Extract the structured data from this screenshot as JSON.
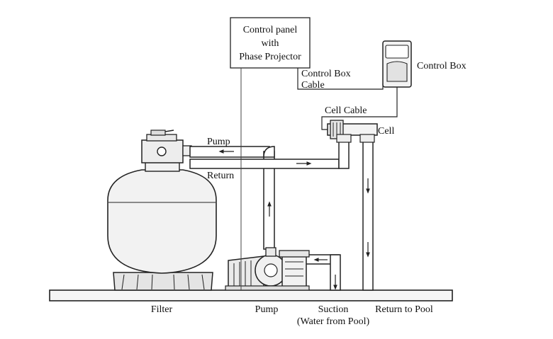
{
  "labels": {
    "control_panel": [
      "Control panel",
      "with",
      "Phase Projector"
    ],
    "control_box": "Control Box",
    "control_box_cable": [
      "Control Box",
      "Cable"
    ],
    "cell_cable": "Cell Cable",
    "cell": "Cell",
    "pump_return_top": "Pump",
    "pump_return_bottom": "Return",
    "filter": "Filter",
    "pump": "Pump",
    "suction": "Suction",
    "suction_note": "(Water from Pool)",
    "return_to_pool": "Return to Pool"
  },
  "colors": {
    "line": "#222222",
    "tank_fill": "#f2f2f2",
    "base_fill": "#e4e4e4",
    "ground_fill": "#f5f5f5"
  }
}
